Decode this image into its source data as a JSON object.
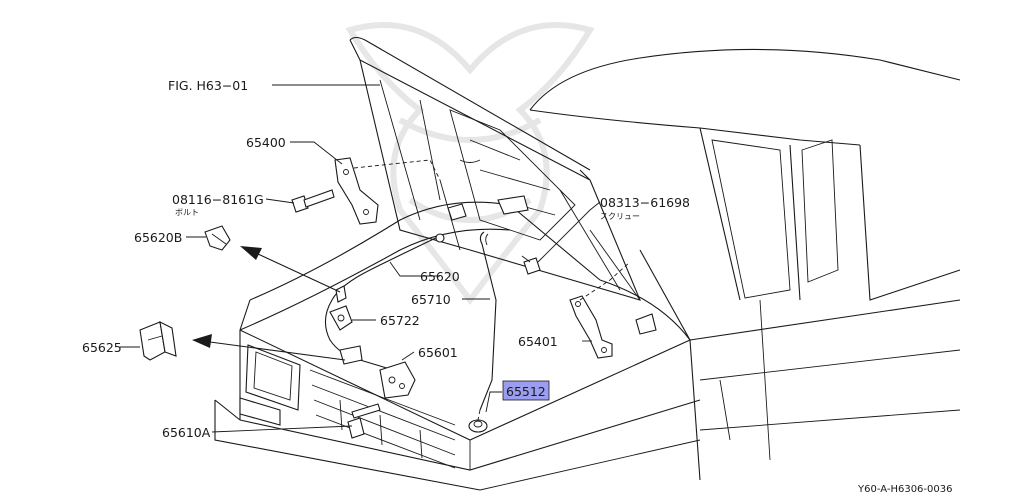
{
  "diagram": {
    "figure_ref": "FIG. H63−01",
    "footer_code": "Y60-A-H6306-0036",
    "highlight_color": "#9b9ef0",
    "labels": {
      "p65400": "65400",
      "p08116": "08116−8161G",
      "p08116_sub": "ボルト",
      "p65620b": "65620B",
      "p65620": "65620",
      "p65710": "65710",
      "p65722": "65722",
      "p65625": "65625",
      "p65601": "65601",
      "p65512": "65512",
      "p65610a": "65610A",
      "p65401": "65401",
      "p08313": "08313−61698",
      "p08313_sub": "スクリュー"
    }
  }
}
